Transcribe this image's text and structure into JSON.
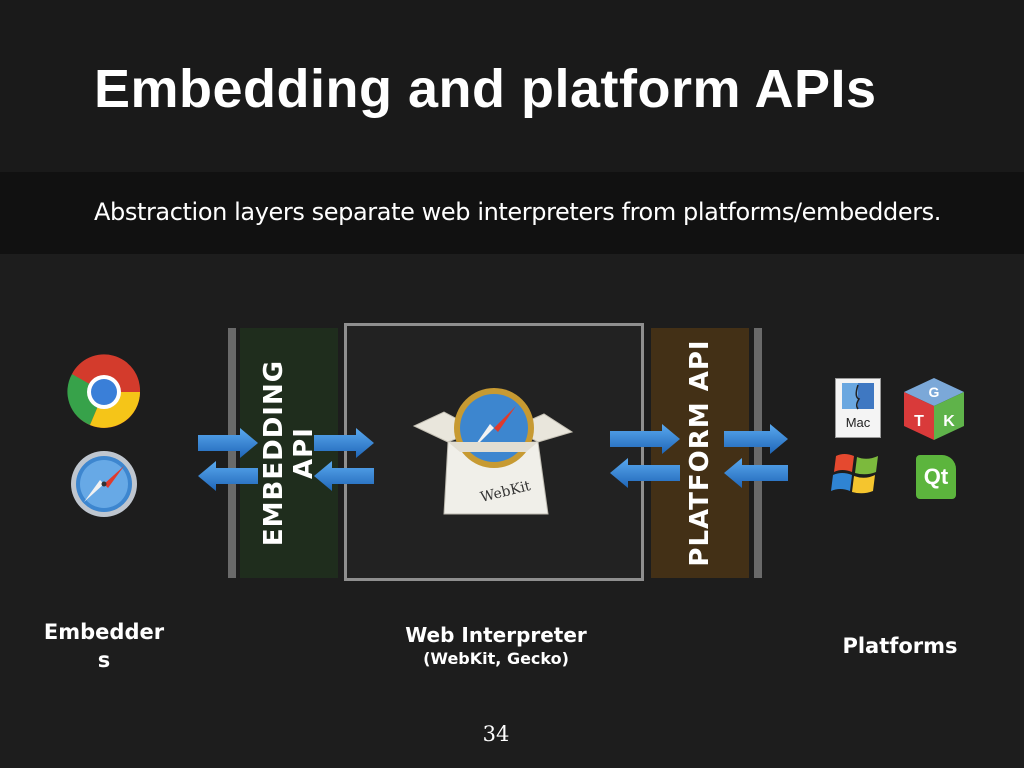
{
  "slide": {
    "title": "Embedding and platform APIs",
    "subtitle": "Abstraction layers separate web interpreters from platforms/embedders.",
    "page_number": "34"
  },
  "diagram": {
    "embedding_api": {
      "line1": "EMBEDDING",
      "line2": "API"
    },
    "platform_api": {
      "label": "PLATFORM API"
    },
    "interpreter_box": {
      "logo_text": "WebKit"
    },
    "labels": {
      "embedders_line1": "Embedder",
      "embedders_line2": "s",
      "web_interpreter": "Web Interpreter",
      "web_interpreter_sub": "(WebKit, Gecko)",
      "platforms": "Platforms"
    },
    "platform_icons": {
      "mac": "Mac",
      "qt": "Qt",
      "gtk_g": "G",
      "gtk_t": "T",
      "gtk_k": "K"
    },
    "embedder_icons": [
      "chrome-icon",
      "safari-icon"
    ],
    "colors": {
      "arrow": "#2f7fd0",
      "embedding_layer": "#1f2d1d",
      "platform_layer": "#433016"
    }
  }
}
